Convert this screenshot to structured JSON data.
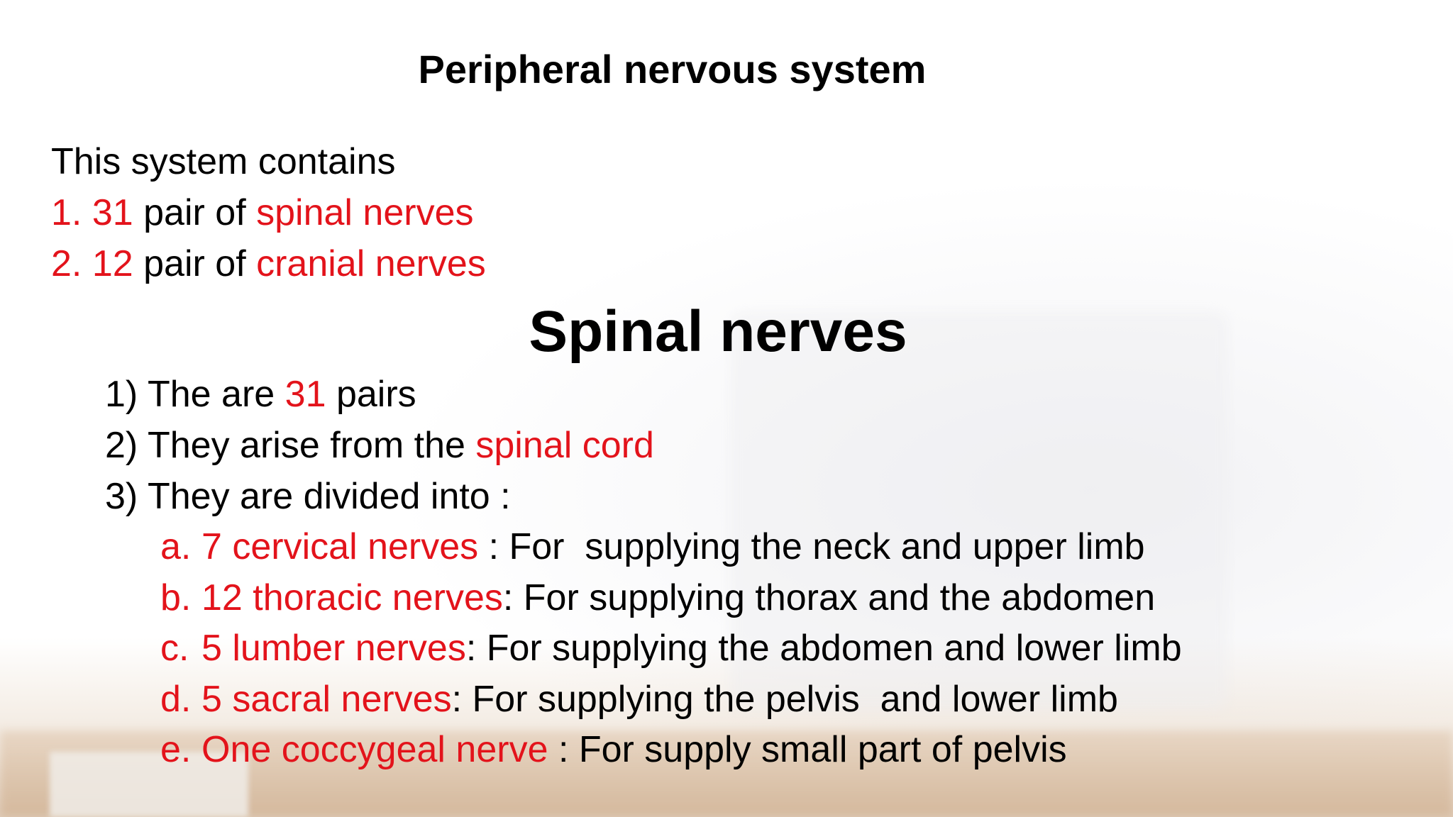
{
  "slide": {
    "title": "Peripheral nervous system",
    "intro": {
      "lead": "This system contains",
      "items": [
        {
          "num": "1.",
          "count": "31",
          "text": " pair of ",
          "topic": "spinal nerves"
        },
        {
          "num": "2.",
          "count": "12",
          "text": " pair of ",
          "topic": "cranial nerves"
        }
      ]
    },
    "section_heading": "Spinal nerves",
    "points": [
      {
        "marker": "1)",
        "before": "The are ",
        "highlight": "31",
        "after": " pairs"
      },
      {
        "marker": "2)",
        "before": "They arise from the ",
        "highlight": "spinal cord",
        "after": ""
      },
      {
        "marker": "3)",
        "before": "They are divided into :",
        "highlight": "",
        "after": ""
      }
    ],
    "divisions": [
      {
        "marker": "a.",
        "name": "7 cervical nerves",
        "desc": " : For  supplying the neck and upper limb"
      },
      {
        "marker": "b.",
        "name": "12 thoracic nerves",
        "desc": ": For supplying thorax and the abdomen"
      },
      {
        "marker": "c.",
        "name": "5 lumber nerves",
        "desc": ": For supplying the abdomen and lower limb"
      },
      {
        "marker": "d.",
        "name": "5 sacral nerves",
        "desc": ": For supplying the pelvis  and lower limb"
      },
      {
        "marker": "e.",
        "name": "One coccygeal nerve",
        "desc": " : For supply small part of pelvis"
      }
    ],
    "colors": {
      "highlight": "#e3131b",
      "text": "#000000"
    }
  }
}
